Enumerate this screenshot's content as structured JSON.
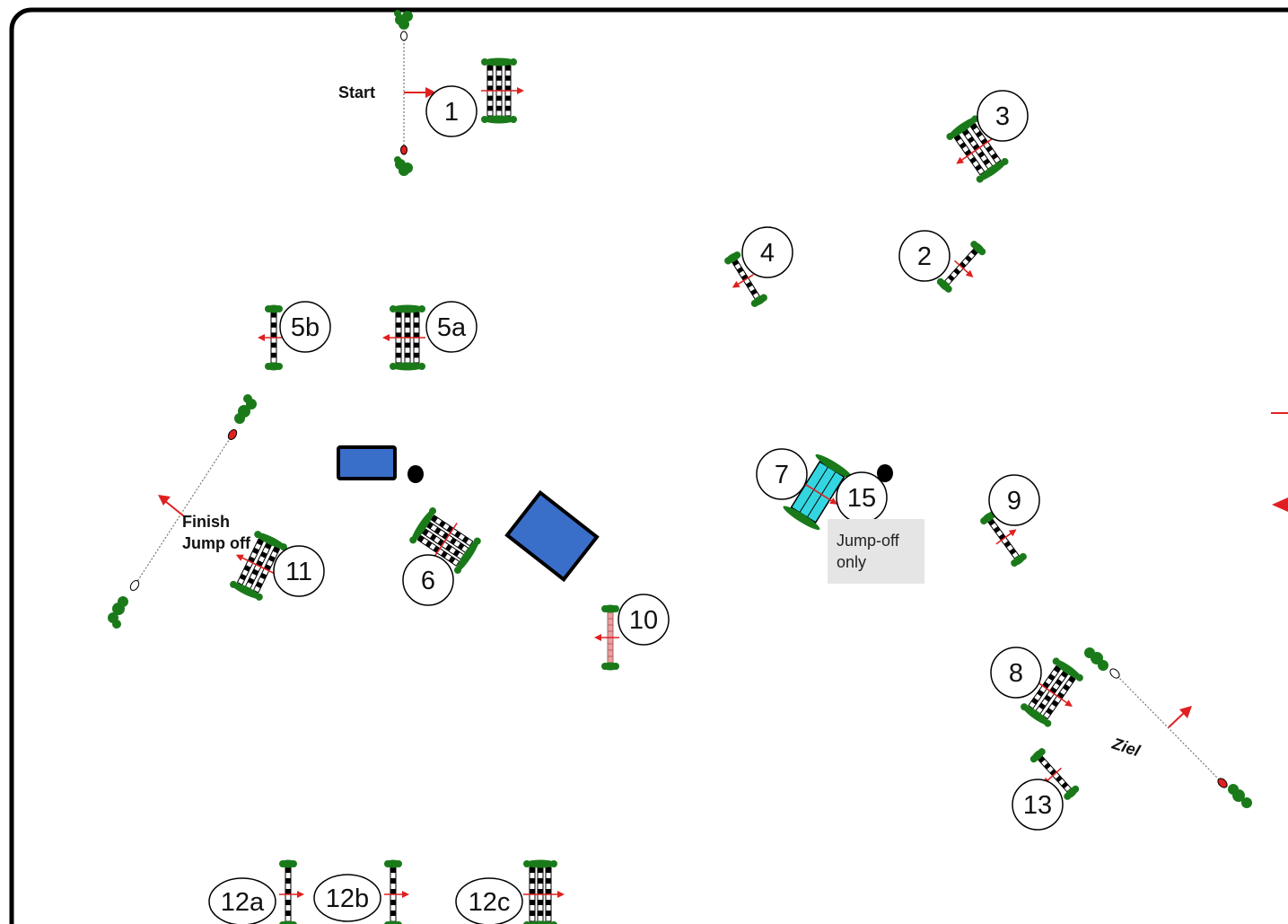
{
  "labels": {
    "n1": "1",
    "n2": "2",
    "n3": "3",
    "n4": "4",
    "n5a": "5a",
    "n5b": "5b",
    "n6": "6",
    "n7": "7",
    "n8": "8",
    "n9": "9",
    "n10": "10",
    "n11": "11",
    "n12a": "12a",
    "n12b": "12b",
    "n12c": "12c",
    "n13": "13",
    "n15": "15"
  },
  "texts": {
    "start": "Start",
    "finish": "Finish",
    "jumpoff": "Jump off",
    "ziel": "Ziel"
  },
  "note": {
    "line1": "Jump-off",
    "line2": "only"
  },
  "colors": {
    "border": "#000000",
    "tree": "#1a7a1a",
    "arrow": "#e02020",
    "water": "#3a6fc9",
    "wall": "#33d6e0",
    "pole_dark": "#000000",
    "pole_pink": "#e8a0a0"
  }
}
